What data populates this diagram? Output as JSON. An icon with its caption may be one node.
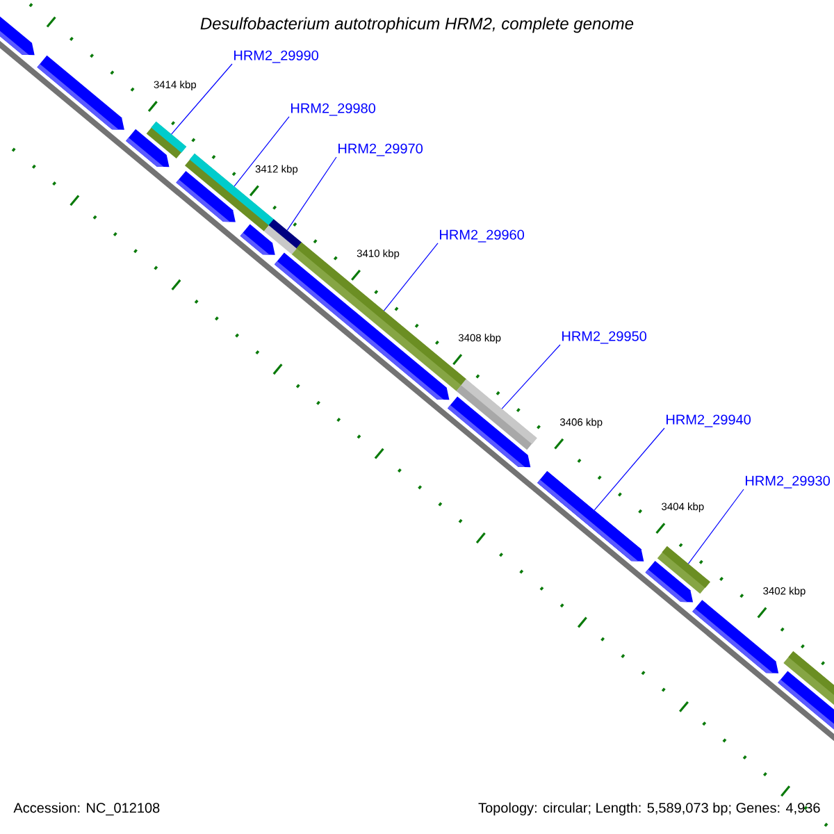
{
  "diagram": {
    "title": "Desulfobacterium autotrophicum HRM2, complete genome",
    "nodes": [
      {
        "text": [
          "HRM2_29990"
        ]
      },
      {
        "text": [
          "HRM2_29980"
        ]
      },
      {
        "text": [
          "HRM2_29970"
        ]
      },
      {
        "text": [
          "HRM2_29960"
        ]
      },
      {
        "text": [
          "HRM2_29950"
        ]
      },
      {
        "text": [
          "HRM2_29940"
        ]
      },
      {
        "text": [
          "HRM2_29930"
        ]
      },
      {
        "text": [],
        "shape": "bar"
      },
      {
        "text": [],
        "shape": "bar"
      },
      {
        "text": [],
        "shape": "bar"
      },
      {
        "text": [],
        "shape": "bar"
      },
      {
        "text": [],
        "shape": "bar"
      },
      {
        "text": [],
        "shape": "bar"
      },
      {
        "text": [],
        "shape": "bar"
      }
    ],
    "edges": [
      {
        "from": 0,
        "to": 7,
        "arrow": "none"
      },
      {
        "from": 1,
        "to": 8,
        "arrow": "none"
      },
      {
        "from": 2,
        "to": 9,
        "arrow": "none"
      },
      {
        "from": 3,
        "to": 10,
        "arrow": "none"
      },
      {
        "from": 4,
        "to": 11,
        "arrow": "none"
      },
      {
        "from": 5,
        "to": 12,
        "arrow": "none"
      },
      {
        "from": 6,
        "to": 13,
        "arrow": "none"
      }
    ],
    "labels": [
      "3414 kbp",
      "3412 kbp",
      "3410 kbp",
      "3408 kbp",
      "3406 kbp",
      "3404 kbp",
      "3402 kbp",
      "Accession: NC_012108",
      "Topology: circular; Length: 5,589,073 bp; Genes: 4,936"
    ]
  }
}
